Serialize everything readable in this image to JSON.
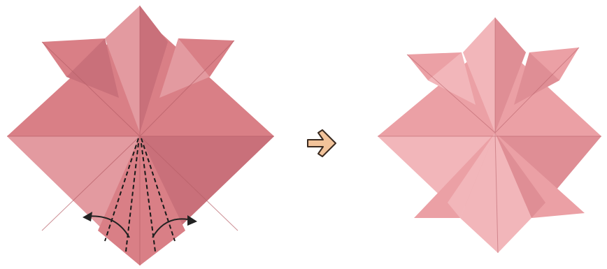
{
  "diagram": {
    "steps": [
      {
        "id": "step-before",
        "fold_lines": "dashed",
        "arrows": 2
      },
      {
        "id": "step-after"
      }
    ],
    "transition_icon": "right-arrow-icon"
  },
  "colors": {
    "paper_left": "#d97f86",
    "paper_left_dark": "#c9707a",
    "paper_left_light": "#e39aa0",
    "paper_right": "#eba0a5",
    "paper_right_dark": "#df8e95",
    "paper_right_light": "#f2b6ba",
    "crease": "#b75f68",
    "dashed_line": "#1a1a1a",
    "fold_arrow": "#222222",
    "transition_arrow_fill": "#f2c39a",
    "transition_arrow_stroke": "#3a2a20"
  }
}
